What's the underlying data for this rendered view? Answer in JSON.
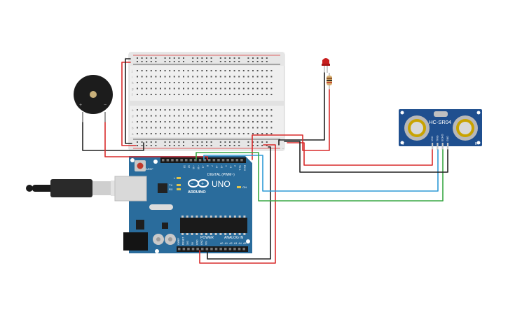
{
  "arduino": {
    "model": "UNO",
    "brand": "ARDUINO",
    "label_digital": "DIGITAL (PWM~)",
    "label_power": "POWER",
    "label_analog": "ANALOG IN",
    "label_aref": "AREF",
    "label_gnd": "GND",
    "label_on": "ON",
    "label_tx": "TX",
    "label_rx": "RX",
    "label_l": "L",
    "digital_pins": [
      "13",
      "12",
      "~11",
      "~10",
      "~9",
      "8",
      "7",
      "~6",
      "~5",
      "4",
      "~3",
      "2",
      "TX 1",
      "RX 0"
    ],
    "power_pins": [
      "IOREF",
      "RESET",
      "3V3",
      "5V",
      "GND",
      "GND",
      "VIN"
    ],
    "analog_pins": [
      "A0",
      "A1",
      "A2",
      "A3",
      "A4",
      "A5"
    ]
  },
  "sensor": {
    "label": "HC-SR04",
    "pins": [
      "VCC",
      "TRIG",
      "ECHO",
      "GND"
    ],
    "mark_t": "T",
    "mark_r": "R"
  },
  "buzzer": {
    "plus": "+",
    "minus": "−"
  },
  "breadboard": {
    "rows_top": [
      "j",
      "i",
      "h",
      "g",
      "f"
    ],
    "rows_bottom": [
      "e",
      "d",
      "c",
      "b",
      "a"
    ],
    "plus": "+",
    "minus": "−"
  },
  "colors": {
    "board": "#2a6c9c",
    "sensor_board": "#1f4f8f",
    "wire_red": "#d92b2b",
    "wire_black": "#222222",
    "wire_green": "#3aa845",
    "wire_blue": "#2e9ad6",
    "led": "#c81e1e",
    "breadboard": "#efefef"
  },
  "icons": [
    "usb-cable",
    "buzzer",
    "led",
    "resistor",
    "ultrasonic-sensor",
    "arduino-board",
    "breadboard"
  ]
}
